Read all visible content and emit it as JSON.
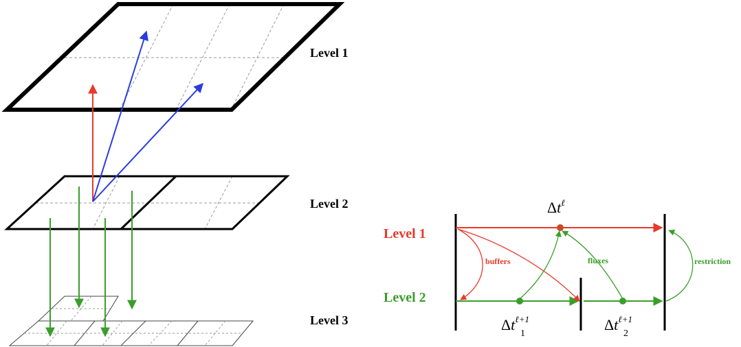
{
  "left_diagram": {
    "labels": {
      "level1": "Level 1",
      "level2": "Level 2",
      "level3": "Level 3"
    }
  },
  "right_diagram": {
    "labels": {
      "level1": "Level 1",
      "level2": "Level 2",
      "buffers": "buffers",
      "fluxes": "fluxes",
      "restriction": "restriction"
    },
    "math": {
      "delta": "Δ",
      "t": "t",
      "coarse_sup": "ℓ",
      "fine_sup": "ℓ+1",
      "sub_1": "1",
      "sub_2": "2"
    }
  },
  "colors": {
    "red": "#e8392a",
    "blue": "#2a3ce0",
    "green": "#3a9e2a",
    "black": "#000000",
    "grid_dash": "#9a9a9a"
  }
}
